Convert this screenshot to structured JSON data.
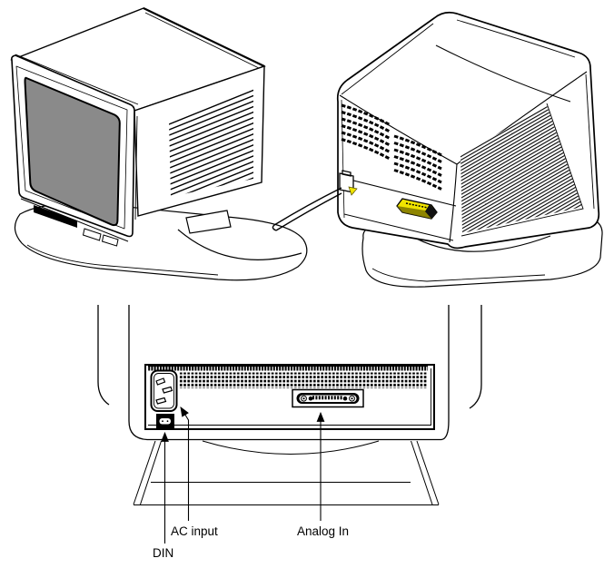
{
  "figure": {
    "background_color": "#ffffff",
    "line_color": "#000000",
    "screen_color": "#8a8a8a",
    "accent_yellow": "#f0e400",
    "labels": {
      "ac_input": "AC input",
      "analog_in": "Analog In",
      "din": "DIN"
    }
  }
}
